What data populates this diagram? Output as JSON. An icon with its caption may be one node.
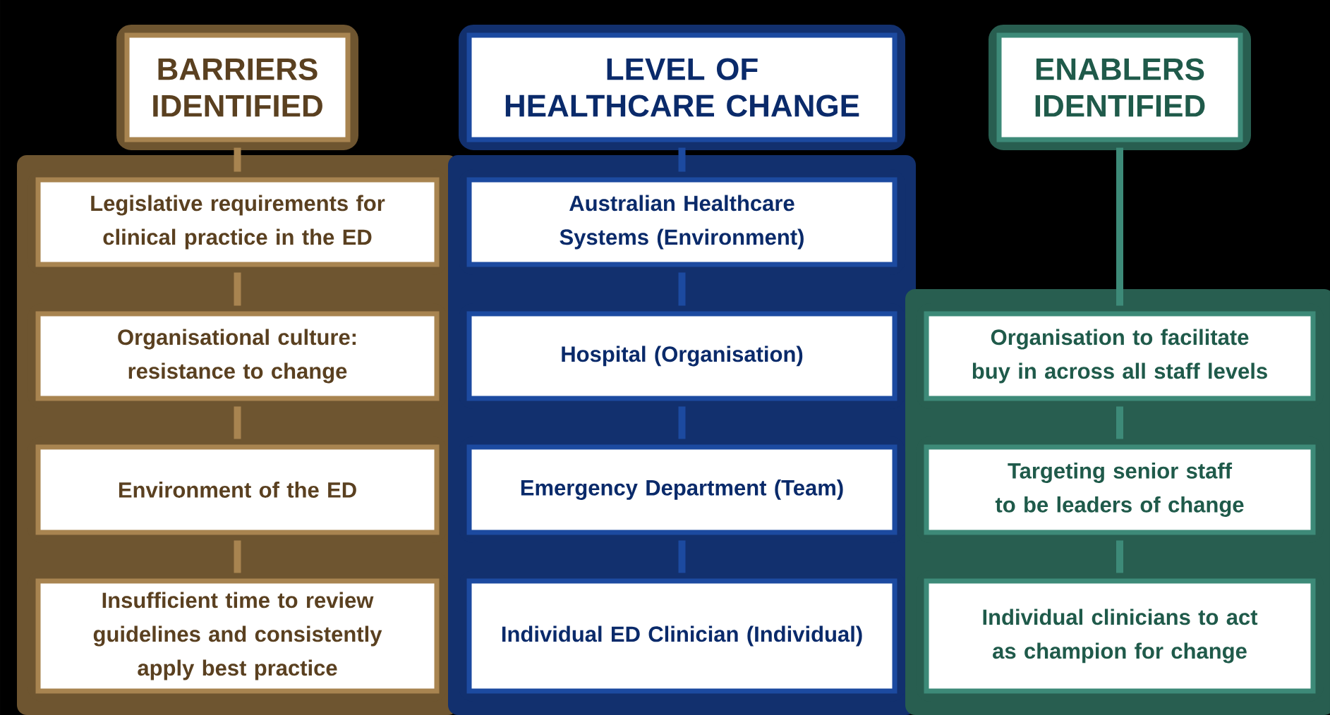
{
  "diagram": {
    "nodes": [
      {
        "text": [
          "BARRIERS IDENTIFIED"
        ]
      },
      {
        "text": [
          "LEVEL OF HEALTHCARE CHANGE"
        ]
      },
      {
        "text": [
          "ENABLERS IDENTIFIED"
        ]
      },
      {
        "text": [
          "Legislative requirements for clinical practice in the ED"
        ]
      },
      {
        "text": [
          "Australian Healthcare Systems (Environment)"
        ]
      },
      {
        "text": [
          "Organisational culture: resistance to change"
        ]
      },
      {
        "text": [
          "Hospital (Organisation)"
        ]
      },
      {
        "text": [
          "Organisation to facilitate buy in across all staff levels"
        ]
      },
      {
        "text": [
          "Environment of the ED"
        ]
      },
      {
        "text": [
          "Emergency Department (Team)"
        ]
      },
      {
        "text": [
          "Targeting senior staff to be leaders of change"
        ]
      },
      {
        "text": [
          "Insufficient time to review guidelines and consistently apply best practice"
        ]
      },
      {
        "text": [
          "Individual ED Clinician (Individual)"
        ]
      },
      {
        "text": [
          "Individual clinicians to act as champion for change"
        ]
      }
    ],
    "edges": [
      {
        "from": 0,
        "to": 3,
        "arrow": "none",
        "color": "#a88450"
      },
      {
        "from": 3,
        "to": 5,
        "arrow": "none",
        "color": "#a88450"
      },
      {
        "from": 5,
        "to": 8,
        "arrow": "none",
        "color": "#a88450"
      },
      {
        "from": 8,
        "to": 11,
        "arrow": "none",
        "color": "#a88450"
      },
      {
        "from": 1,
        "to": 4,
        "arrow": "none",
        "color": "#1c4aa0"
      },
      {
        "from": 4,
        "to": 6,
        "arrow": "none",
        "color": "#1c4aa0"
      },
      {
        "from": 6,
        "to": 9,
        "arrow": "none",
        "color": "#1c4aa0"
      },
      {
        "from": 9,
        "to": 12,
        "arrow": "none",
        "color": "#1c4aa0"
      },
      {
        "from": 2,
        "to": 7,
        "arrow": "none",
        "color": "#3d8a78"
      },
      {
        "from": 7,
        "to": 10,
        "arrow": "none",
        "color": "#3d8a78"
      },
      {
        "from": 10,
        "to": 13,
        "arrow": "none",
        "color": "#3d8a78"
      }
    ]
  }
}
